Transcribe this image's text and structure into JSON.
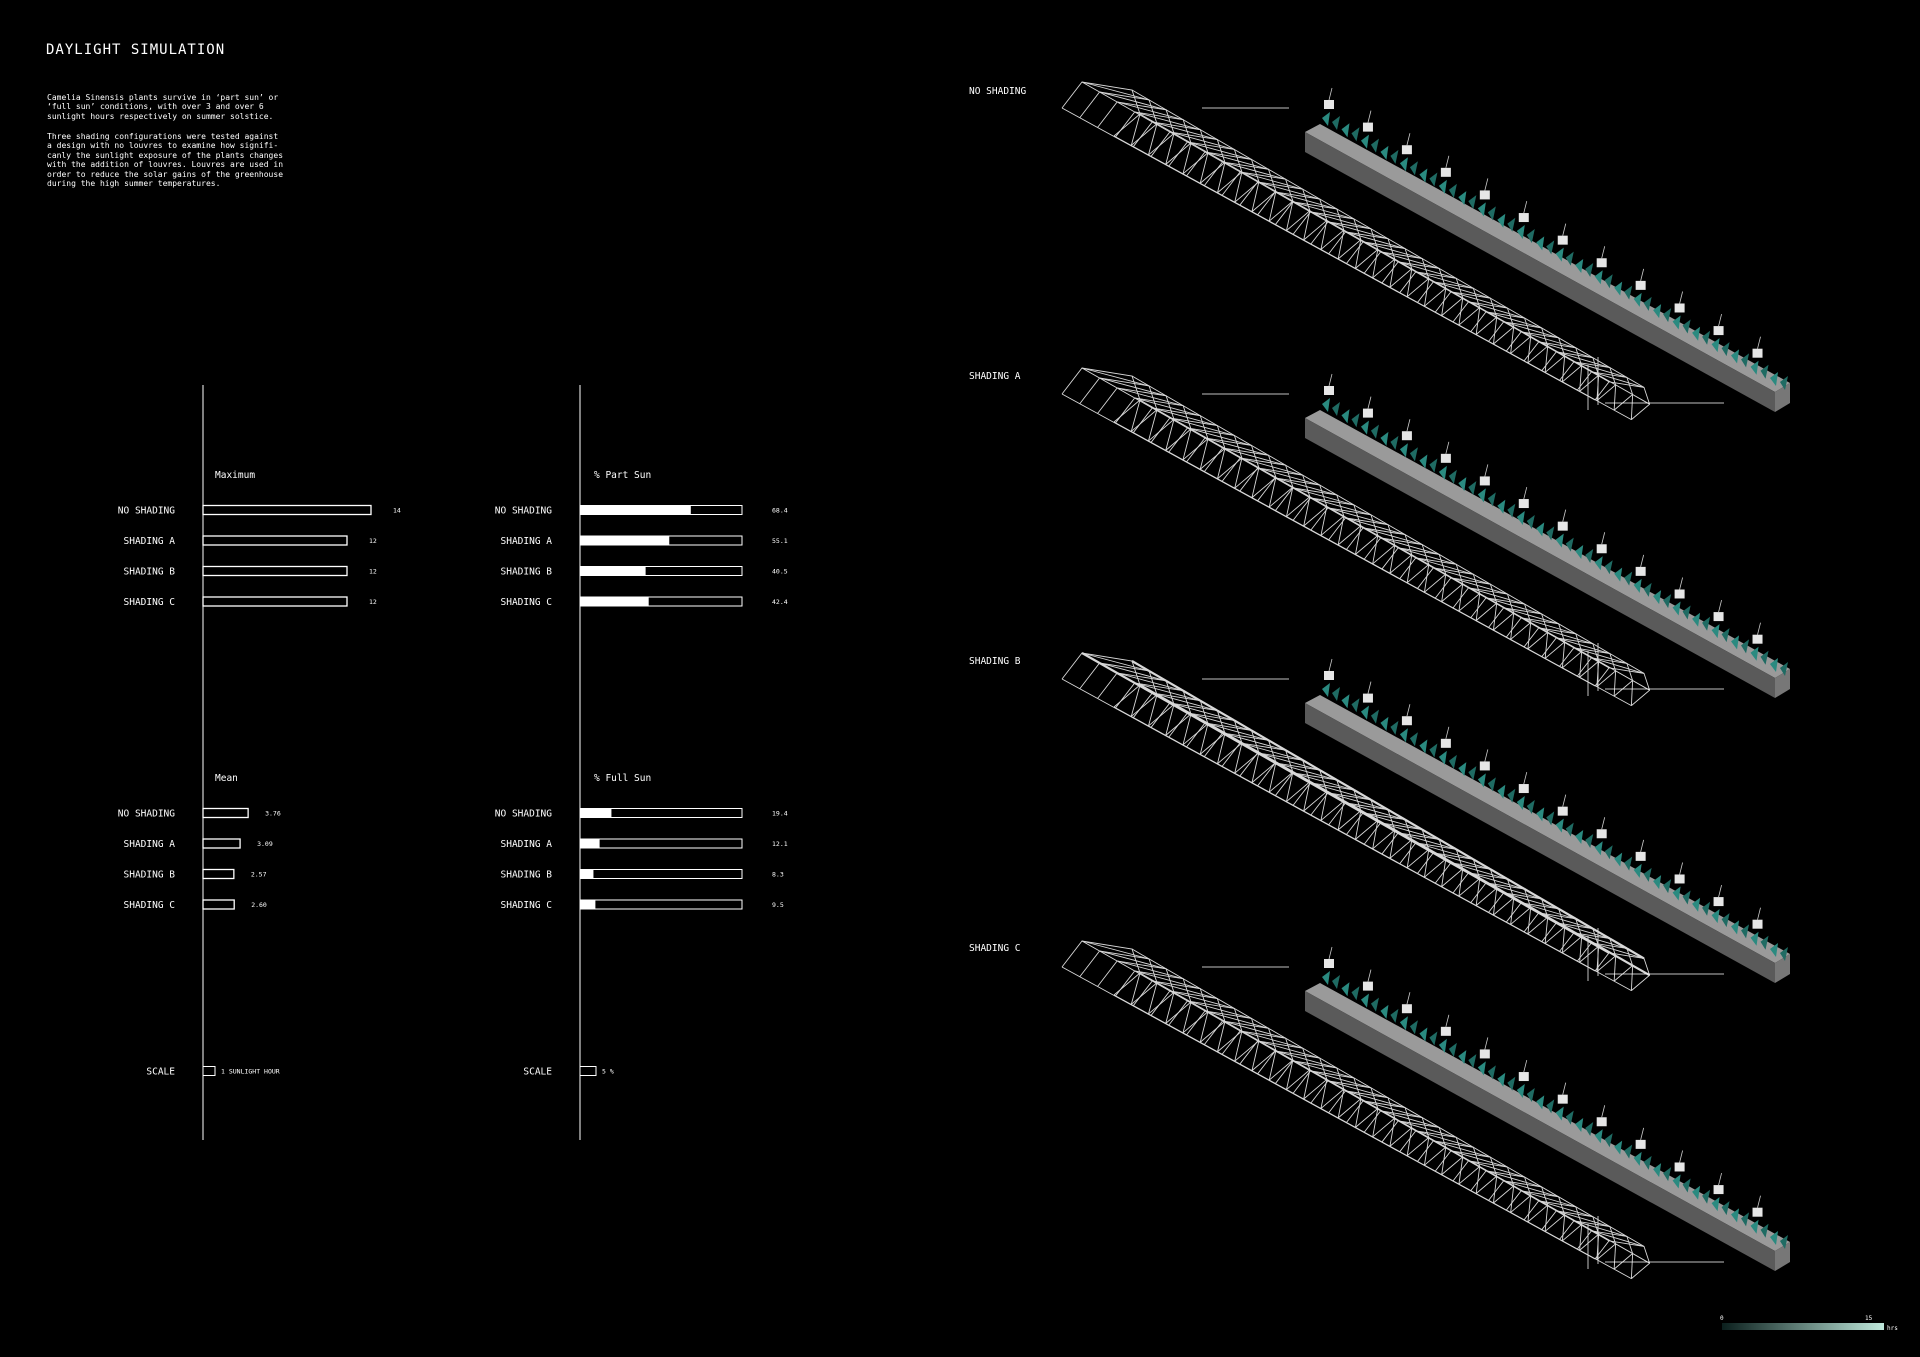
{
  "title": "DAYLIGHT SIMULATION",
  "paragraphs": [
    "Camelia Sinensis plants survive in ‘part sun’ or\n‘full sun’ conditions, with over 3 and over 6\nsunlight hours respectively on summer solstice.",
    "Three shading configurations were tested against\na design with no louvres to examine how signifi-\ncanly the sunlight exposure of the plants changes\nwith the addition of louvres. Louvres are used in\norder to reduce the solar gains of the greenhouse\nduring the high summer temperatures."
  ],
  "chart_data": [
    {
      "type": "bar",
      "title": "Maximum",
      "categories": [
        "NO SHADING",
        "SHADING A",
        "SHADING B",
        "SHADING C"
      ],
      "values": [
        14,
        12,
        12,
        12
      ],
      "value_labels": [
        "14",
        "12",
        "12",
        "12"
      ],
      "style": "outline",
      "scale": {
        "label": "SCALE",
        "unit_text": "1 SUNLIGHT HOUR",
        "unit_value": 1
      }
    },
    {
      "type": "bar",
      "title": "% Part Sun",
      "categories": [
        "NO SHADING",
        "SHADING A",
        "SHADING B",
        "SHADING C"
      ],
      "values": [
        68.4,
        55.1,
        40.5,
        42.4
      ],
      "value_labels": [
        "68.4",
        "55.1",
        "40.5",
        "42.4"
      ],
      "max": 100,
      "style": "filled-track",
      "scale": {
        "label": "SCALE",
        "unit_text": "5 %",
        "unit_value": 5
      }
    },
    {
      "type": "bar",
      "title": "Mean",
      "categories": [
        "NO SHADING",
        "SHADING A",
        "SHADING B",
        "SHADING C"
      ],
      "values": [
        3.76,
        3.09,
        2.57,
        2.6
      ],
      "value_labels": [
        "3.76",
        "3.09",
        "2.57",
        "2.60"
      ],
      "style": "outline"
    },
    {
      "type": "bar",
      "title": "% Full Sun",
      "categories": [
        "NO SHADING",
        "SHADING A",
        "SHADING B",
        "SHADING C"
      ],
      "values": [
        19.4,
        12.1,
        8.3,
        9.5
      ],
      "value_labels": [
        "19.4",
        "12.1",
        "8.3",
        "9.5"
      ],
      "max": 100,
      "style": "filled-track"
    }
  ],
  "renderings": {
    "labels": [
      "NO SHADING",
      "SHADING A",
      "SHADING B",
      "SHADING C"
    ],
    "plant_color": "#2a8a80"
  },
  "legend": {
    "min_label": "0",
    "max_label": "15",
    "unit": "hrs",
    "color_start": "#0b1f1d",
    "color_end": "#bfe9dc"
  },
  "colors": {
    "background": "#000000",
    "foreground": "#ffffff"
  }
}
